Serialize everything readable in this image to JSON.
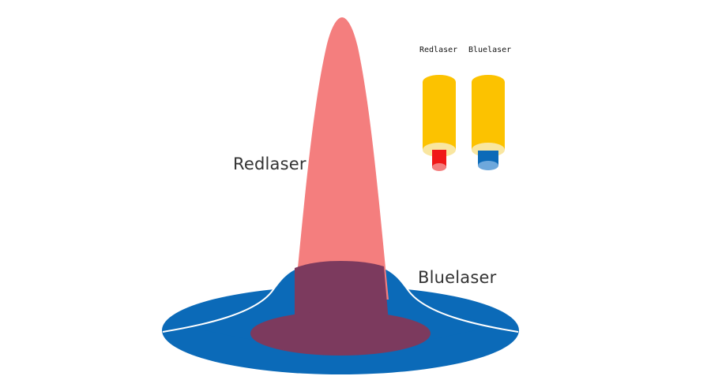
{
  "labels": {
    "red_laser": "Redlaser",
    "blue_laser": "Bluelaser",
    "red_laser_small": "Redlaser",
    "blue_laser_small": "Bluelaser"
  },
  "colors": {
    "red_beam": "#f47e7e",
    "blue_beam": "#0b6ab8",
    "overlap": "#7c3a5e",
    "fiber_yellow": "#fcc200",
    "fiber_yellow_light": "#f9e6a0",
    "red_core": "#f01818",
    "red_core_light": "#f47e7e",
    "blue_core": "#0b6ab8",
    "blue_core_light": "#6ea8dc",
    "background": "#ffffff"
  }
}
